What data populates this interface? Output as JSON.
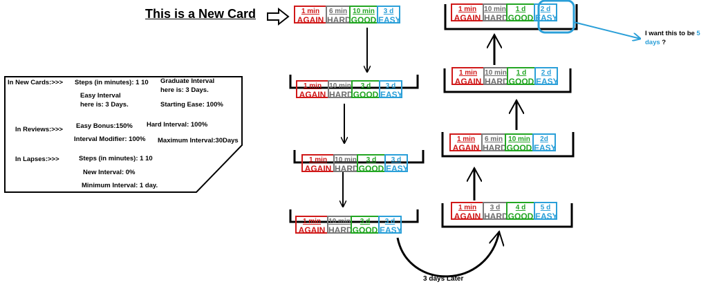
{
  "title": "This is a New Card",
  "cards": [
    {
      "id": "c0",
      "buttons": [
        {
          "time": "1 min",
          "label": "AGAIN"
        },
        {
          "time": "6 min",
          "label": "HARD"
        },
        {
          "time": "10 min",
          "label": "GOOD"
        },
        {
          "time": "3 d",
          "label": "EASY"
        }
      ]
    },
    {
      "id": "c1",
      "buttons": [
        {
          "time": "1 min",
          "label": "AGAIN"
        },
        {
          "time": "10 min",
          "label": "HARD"
        },
        {
          "time": "3 d",
          "label": "GOOD"
        },
        {
          "time": "3 d",
          "label": "EASY"
        }
      ]
    },
    {
      "id": "c2",
      "buttons": [
        {
          "time": "1 min",
          "label": "AGAIN"
        },
        {
          "time": "10 min",
          "label": "HARD"
        },
        {
          "time": "3 d",
          "label": "GOOD"
        },
        {
          "time": "3 d",
          "label": "EASY"
        }
      ]
    },
    {
      "id": "c3",
      "buttons": [
        {
          "time": "1 min",
          "label": "AGAIN"
        },
        {
          "time": "10 min",
          "label": "HARD"
        },
        {
          "time": "3 d",
          "label": "GOOD"
        },
        {
          "time": "3 d",
          "label": "EASY"
        }
      ]
    },
    {
      "id": "c4",
      "buttons": [
        {
          "time": "1 min",
          "label": "AGAIN"
        },
        {
          "time": "3 d",
          "label": "HARD"
        },
        {
          "time": "4 d",
          "label": "GOOD"
        },
        {
          "time": "5 d",
          "label": "EASY"
        }
      ]
    },
    {
      "id": "c5",
      "buttons": [
        {
          "time": "1 min",
          "label": "AGAIN"
        },
        {
          "time": "6 min",
          "label": "HARD"
        },
        {
          "time": "10 min",
          "label": "GOOD"
        },
        {
          "time": "2d",
          "label": "EASY"
        }
      ]
    },
    {
      "id": "c6",
      "buttons": [
        {
          "time": "1 min",
          "label": "AGAIN"
        },
        {
          "time": "10 min",
          "label": "HARD"
        },
        {
          "time": "1 d",
          "label": "GOOD"
        },
        {
          "time": "2 d",
          "label": "EASY"
        }
      ]
    },
    {
      "id": "c7",
      "buttons": [
        {
          "time": "1 min",
          "label": "AGAIN"
        },
        {
          "time": "10 min",
          "label": "HARD"
        },
        {
          "time": "1 d",
          "label": "GOOD"
        },
        {
          "time": "2 d",
          "label": "EASY"
        }
      ]
    }
  ],
  "settings": {
    "new_cards": "In New Cards:>>>",
    "steps_new": "Steps (in minutes): 1 10",
    "graduate_1": "Graduate Interval",
    "graduate_2": "here is: 3 Days.",
    "easy_interval_1": "Easy Interval",
    "easy_interval_2": "here is: 3 Days.",
    "starting_ease": "Starting Ease: 100%",
    "reviews": "In Reviews:>>>",
    "easy_bonus": "Easy Bonus:150%",
    "hard_interval": "Hard Interval: 100%",
    "interval_modifier": "Interval Modifier: 100%",
    "maximum_interval": "Maximum Interval:30Days",
    "lapses": "In Lapses:>>>",
    "steps_lapse": "Steps (in minutes): 1 10",
    "new_interval": "New Interval: 0%",
    "minimum_interval": "Minimum Interval: 1 day."
  },
  "note": {
    "text": "I want this to be",
    "value": "5",
    "unit": "days",
    "suffix": "?"
  },
  "transition_label": "3 days Later",
  "colors": {
    "again": "#d01818",
    "hard": "#7a7a7a",
    "good": "#22a522",
    "easy": "#2a9fd8",
    "line": "#000000"
  }
}
